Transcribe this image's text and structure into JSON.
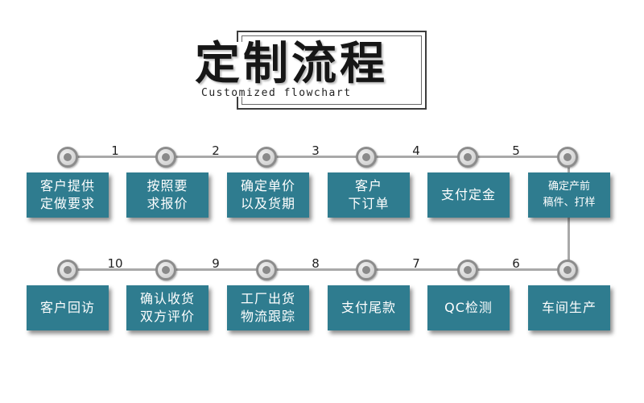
{
  "title": {
    "main": "定制流程",
    "sub": "Customized flowchart"
  },
  "colors": {
    "box": "#2f7c8f",
    "text": "#ffffff",
    "line": "#a9a9a9"
  },
  "steps": [
    {
      "label": "客户提供\n定做要求"
    },
    {
      "label": "按照要\n求报价"
    },
    {
      "label": "确定单价\n以及货期"
    },
    {
      "label": "客户\n下订单"
    },
    {
      "label": "支付定金"
    },
    {
      "label": "确定产前\n稿件、打样"
    },
    {
      "label": "车间生产"
    },
    {
      "label": "QC检测"
    },
    {
      "label": "支付尾款"
    },
    {
      "label": "工厂出货\n物流跟踪"
    },
    {
      "label": "确认收货\n双方评价"
    },
    {
      "label": "客户回访"
    }
  ],
  "connector_numbers": [
    "1",
    "2",
    "3",
    "4",
    "5",
    "6",
    "7",
    "8",
    "9",
    "10"
  ]
}
